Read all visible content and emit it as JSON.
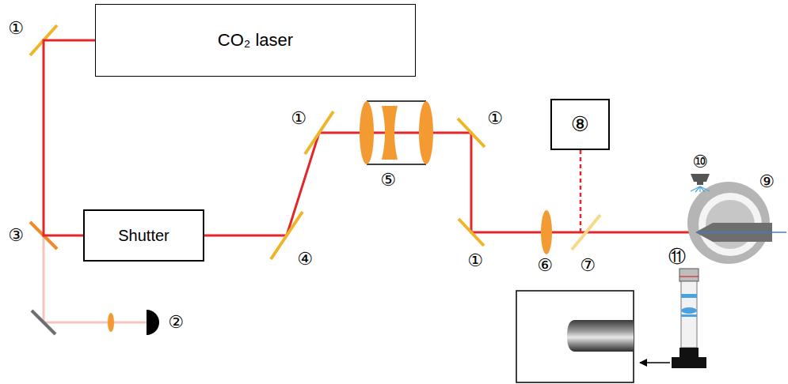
{
  "diagram": {
    "nodes": [
      {
        "text": [
          "CO₂ laser"
        ]
      },
      {
        "text": [
          "⑧"
        ]
      },
      {
        "text": [
          "Shutter"
        ]
      }
    ],
    "edges": [
      {
        "from": 0,
        "to": 2,
        "arrow": "none"
      }
    ],
    "labels": [
      "①",
      "①",
      "①",
      "⑩",
      "⑤",
      "⑨",
      "③",
      "④",
      "①",
      "⑪",
      "⑥",
      "⑦",
      "②"
    ]
  }
}
